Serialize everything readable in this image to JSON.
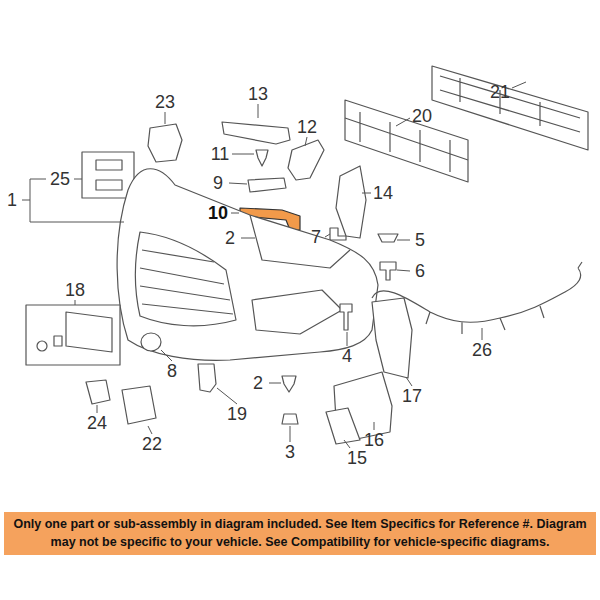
{
  "diagram": {
    "nodes": [
      {
        "text": [
          "Only one part or sub-assembly in diagram included. See Item Specifics for Reference #. Diagram may not be specific to your vehicle. See Compatibility for vehicle-specific diagrams."
        ]
      }
    ],
    "labels": [
      "21",
      "13",
      "23",
      "20",
      "12",
      "11",
      "1",
      "25",
      "9",
      "14",
      "10",
      "2",
      "7",
      "5",
      "6",
      "18",
      "26",
      "4",
      "8",
      "2",
      "17",
      "19",
      "24",
      "16",
      "22",
      "3",
      "15"
    ]
  }
}
